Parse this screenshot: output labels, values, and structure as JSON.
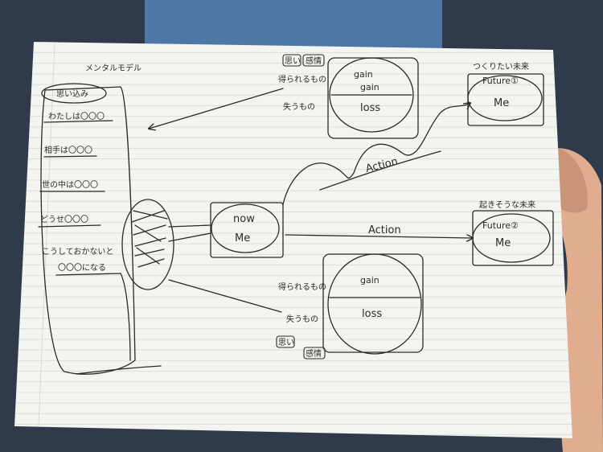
{
  "diagram": {
    "left_list": {
      "header": "メンタルモデル",
      "title": "思い込み",
      "items": [
        "わたしは〇〇〇",
        "相手は〇〇〇",
        "世の中は〇〇〇",
        "どうせ〇〇〇",
        "こうしておかないと",
        "〇〇〇になる"
      ]
    },
    "now_me": {
      "line1": "now",
      "line2": "Me"
    },
    "top_circle": {
      "tag1": "思い",
      "tag2": "感情",
      "gain_label": "得られるもの",
      "loss_label": "失うもの",
      "word1": "gain",
      "word2": "gain",
      "word3": "loss"
    },
    "bottom_circle": {
      "word1": "gain",
      "word2": "loss",
      "gain_label": "得られるもの",
      "loss_label": "失うもの",
      "tag1": "思い",
      "tag2": "感情"
    },
    "future1": {
      "label": "つくりたい未来",
      "line1": "Future①",
      "line2": "Me"
    },
    "future2": {
      "label": "起きそうな未来",
      "line1": "Future②",
      "line2": "Me"
    },
    "action_top": "Action",
    "action_mid": "Action"
  }
}
